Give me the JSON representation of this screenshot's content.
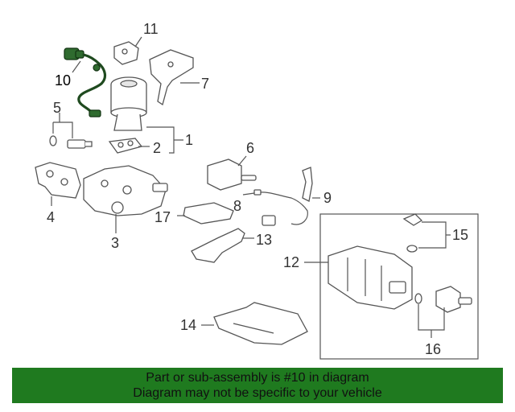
{
  "callouts": {
    "c1": "1",
    "c2": "2",
    "c3": "3",
    "c4": "4",
    "c5": "5",
    "c6": "6",
    "c7": "7",
    "c8": "8",
    "c9": "9",
    "c10": "10",
    "c11": "11",
    "c12": "12",
    "c13": "13",
    "c14": "14",
    "c15": "15",
    "c16": "16",
    "c17": "17"
  },
  "highlight_color": "#2f6b2f",
  "banner": {
    "line1": "Part or sub-assembly is #10 in diagram",
    "line2": "Diagram may not be specific to your vehicle",
    "background": "#1f7a1f"
  }
}
